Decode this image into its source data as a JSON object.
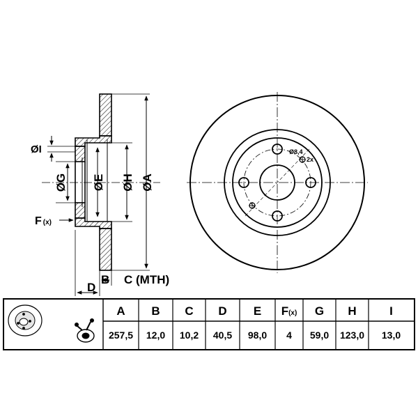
{
  "labels": {
    "dia_I": "ØI",
    "dia_G": "ØG",
    "dia_E": "ØE",
    "dia_H": "ØH",
    "dia_A": "ØA",
    "f_label": "F",
    "f_sub": "(x)",
    "b_label": "B",
    "c_label": "C (MTH)",
    "d_label": "D",
    "bolt_hole": "Ø8,4",
    "bolt_count": "2x"
  },
  "table": {
    "headers": [
      "A",
      "B",
      "C",
      "D",
      "E",
      "F",
      "G",
      "H",
      "I"
    ],
    "f_header_sub": "(x)",
    "values": [
      "257,5",
      "12,0",
      "10,2",
      "40,5",
      "98,0",
      "4",
      "59,0",
      "123,0",
      "13,0"
    ]
  }
}
